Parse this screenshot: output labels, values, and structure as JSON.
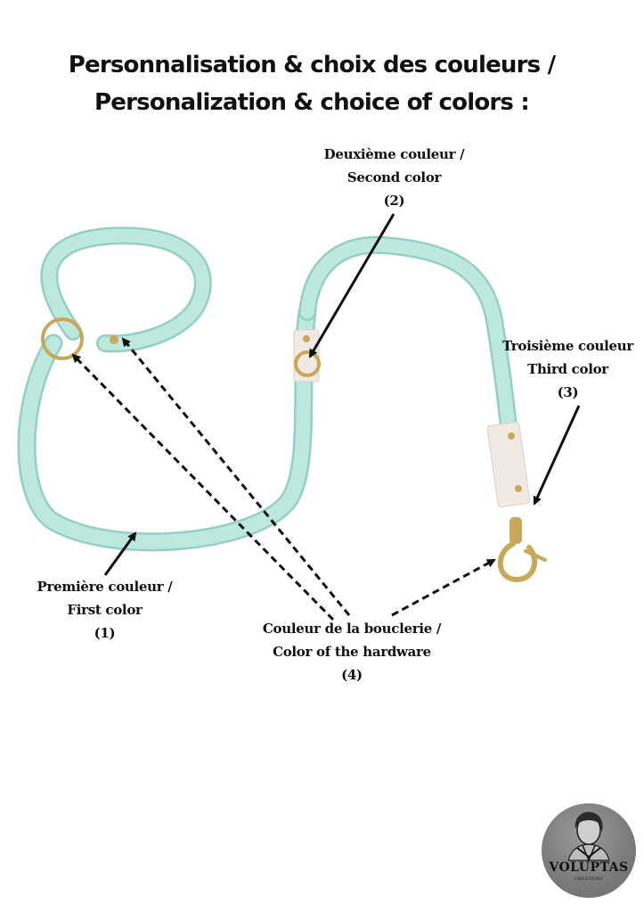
{
  "title": {
    "line1": "Personnalisation & choix des couleurs /",
    "line2": "Personalization & choice of colors :"
  },
  "labels": {
    "second": {
      "fr": "Deuxième couleur /",
      "en": "Second color",
      "num": "(2)"
    },
    "third": {
      "fr": "Troisième couleur",
      "en": "Third color",
      "num": "(3)"
    },
    "first": {
      "fr": "Première couleur /",
      "en": "First color",
      "num": "(1)"
    },
    "hardware": {
      "fr": "Couleur de la bouclerie /",
      "en": "Color of the hardware",
      "num": "(4)"
    }
  },
  "logo": {
    "name": "VOLUPTAS",
    "tagline": "CRÉATIONS"
  },
  "colors": {
    "strap": "#bde8de",
    "strap_shadow": "#95cfc3",
    "hardware": "#c9a85a",
    "keeper": "#f1e9e4",
    "arrow": "#111111"
  }
}
